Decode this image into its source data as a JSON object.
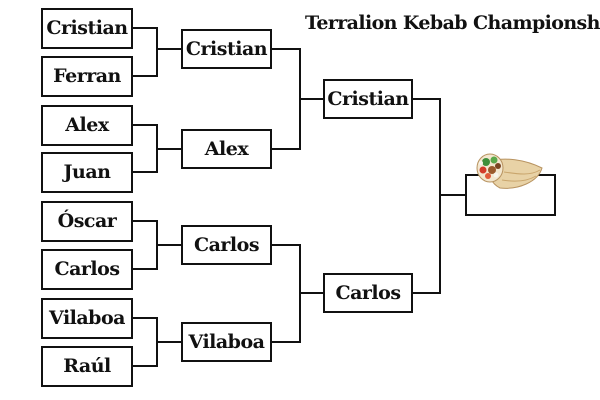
{
  "title": "Terralion Kebab Championship",
  "round1": [
    "Cristian",
    "Ferran",
    "Alex",
    "Juan",
    "Óscar",
    "Carlos",
    "Vilaboa",
    "Raúl"
  ],
  "round2": [
    "Cristian",
    "Alex",
    "Carlos",
    "Vilaboa"
  ],
  "semifinal": [
    "Cristian",
    "Carlos"
  ],
  "champion": "",
  "trophy_icon": "kebab-wrap-icon"
}
